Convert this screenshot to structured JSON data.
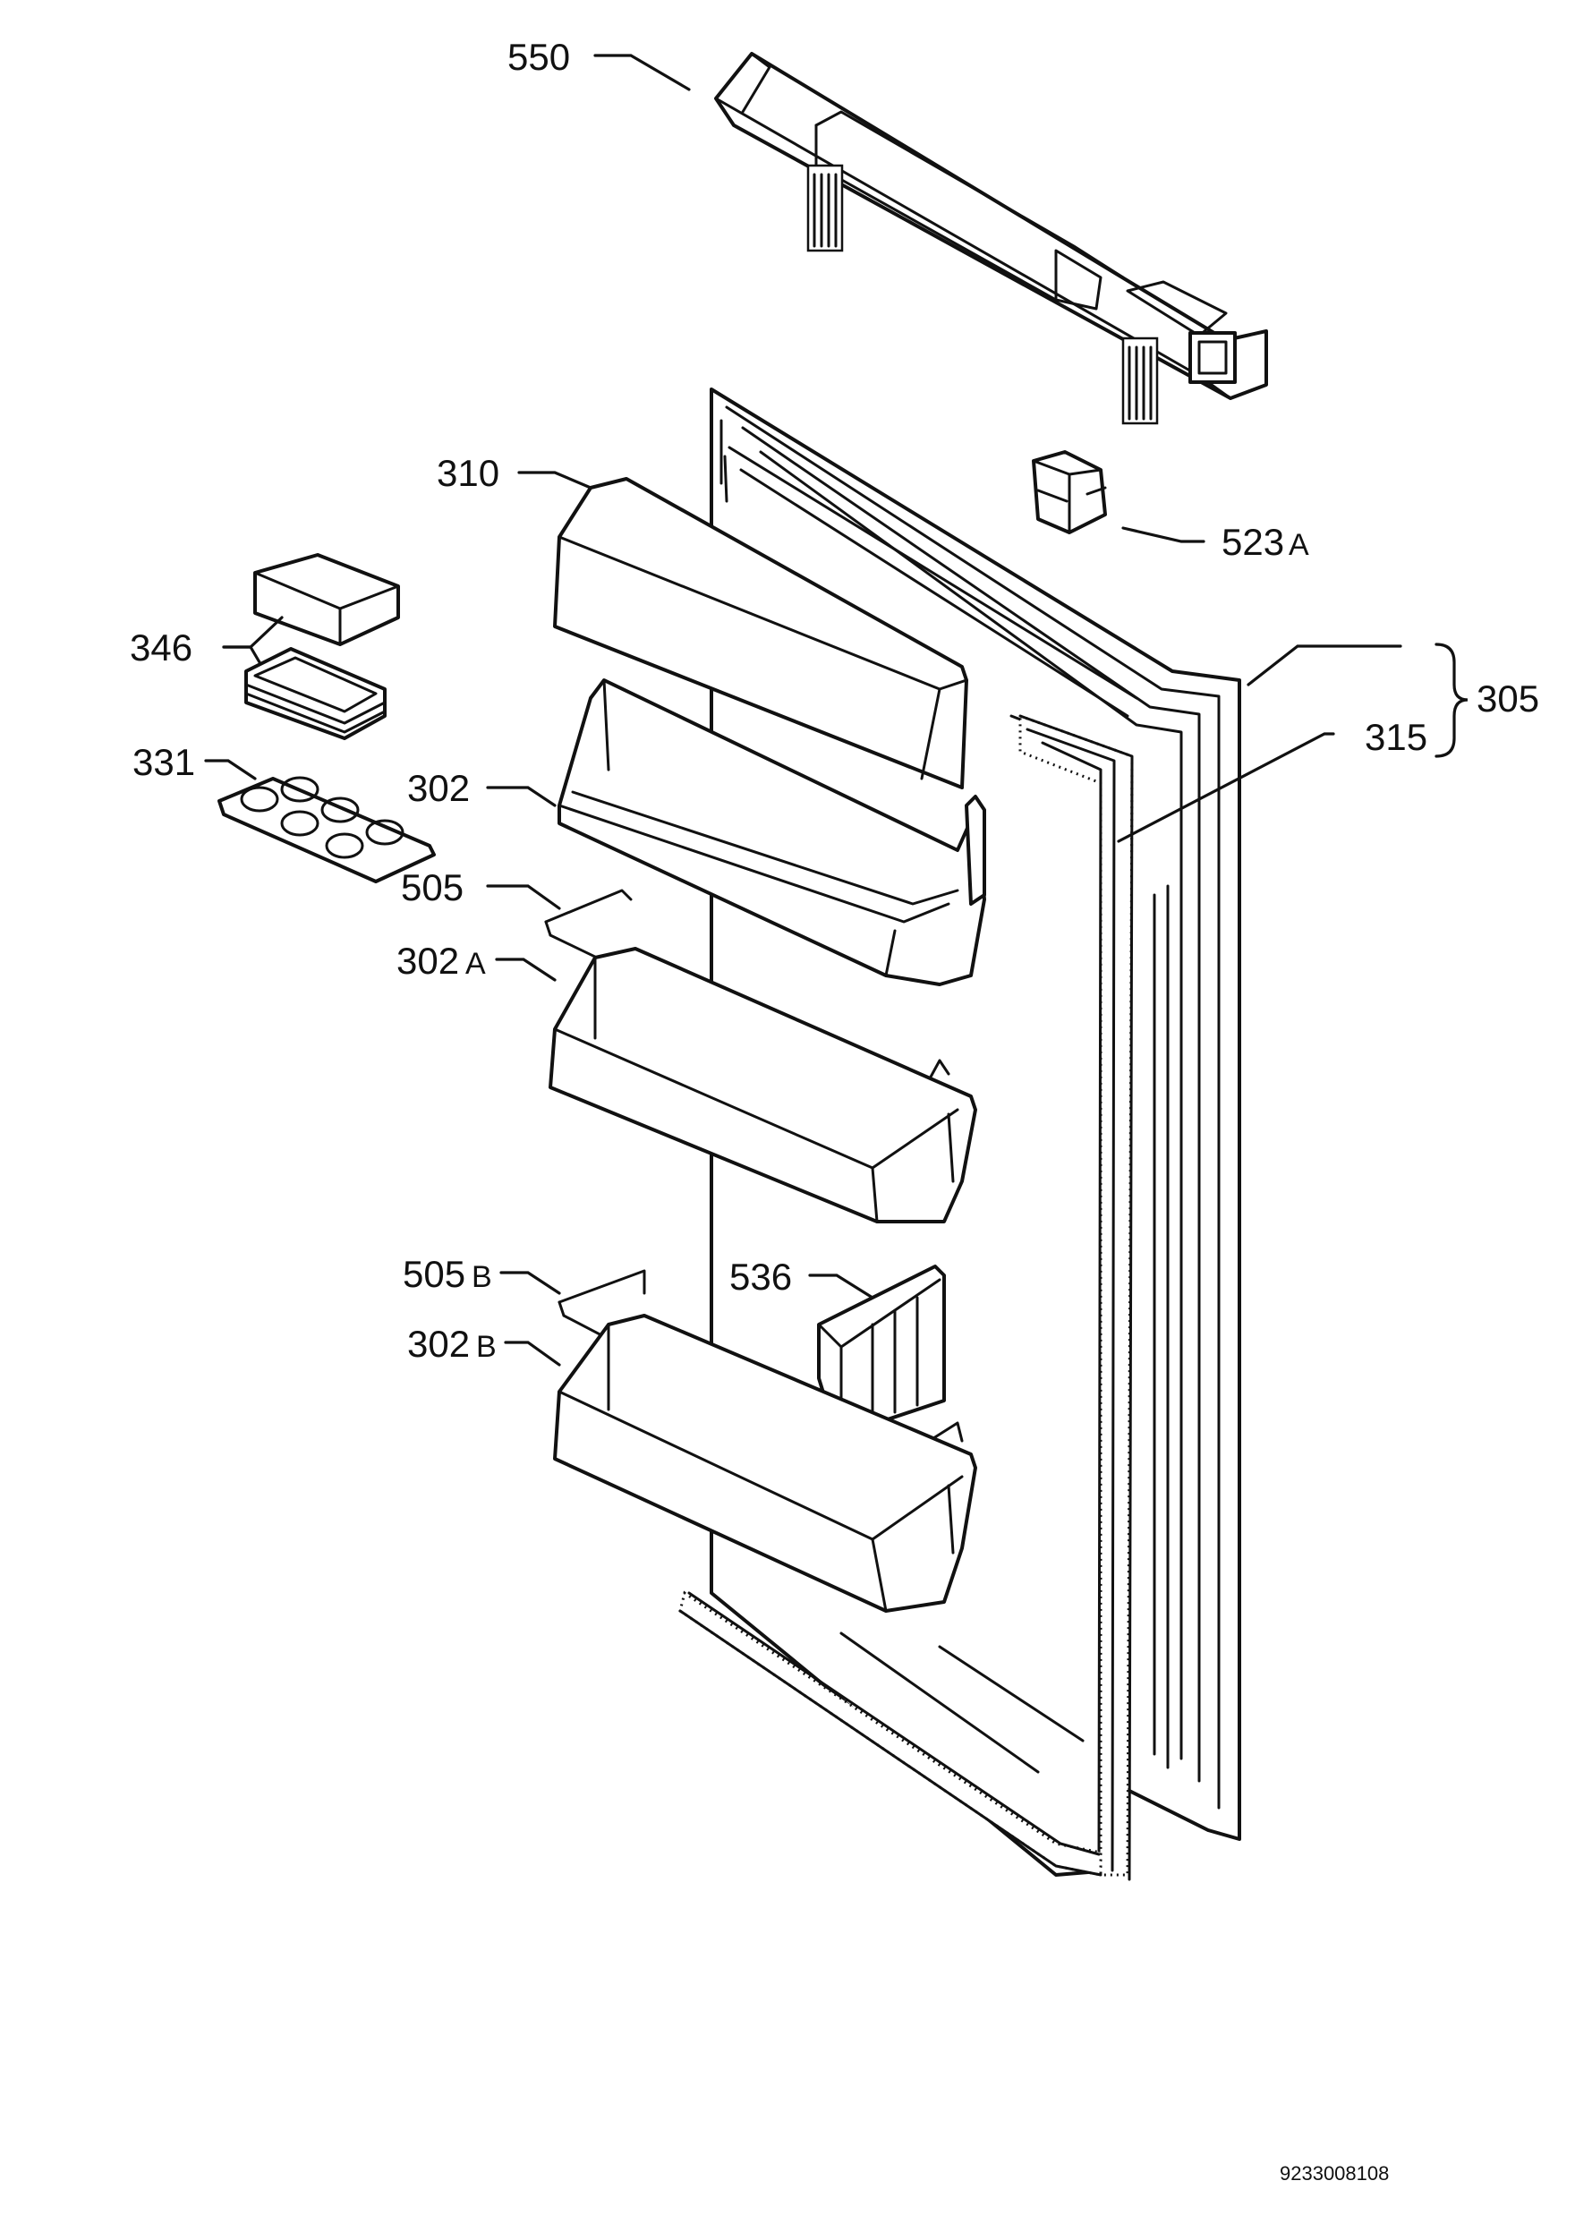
{
  "labels": {
    "p550": "550",
    "p310": "310",
    "p523a": "523",
    "p523a_suffix": "A",
    "p346": "346",
    "p305": "305",
    "p315": "315",
    "p331": "331",
    "p302": "302",
    "p505": "505",
    "p302a": "302",
    "p302a_suffix": "A",
    "p505b": "505",
    "p505b_suffix": "B",
    "p536": "536",
    "p302b": "302",
    "p302b_suffix": "B"
  },
  "document_number": "9233008108"
}
